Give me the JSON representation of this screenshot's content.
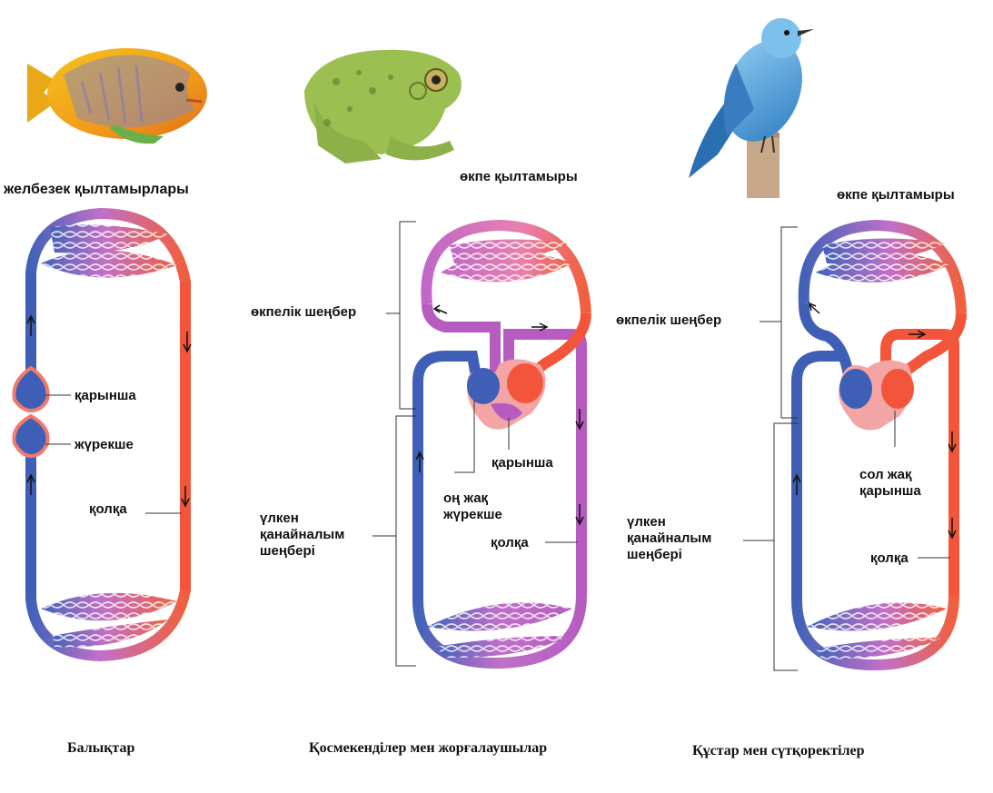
{
  "panels": {
    "fish": {
      "title": "Балықтар",
      "gill_capillaries": "желбезек қылтамырлары",
      "ventricle": "қарынша",
      "atrium": "жүрекше",
      "aorta": "қолқа"
    },
    "amphibians": {
      "title": "Қосмекенділер мен жорғалаушылар",
      "lung_capillaries": "өкпе қылтамыры",
      "pulmonary_circuit": "өкпелік шеңбер",
      "systemic_circuit": [
        "үлкен",
        "қанайналым",
        "шеңбері"
      ],
      "ventricle": "қарынша",
      "right_atrium": [
        "оң жақ",
        "жүрекше"
      ],
      "aorta": "қолқа"
    },
    "birds": {
      "title": "Құстар мен сүтқоректілер",
      "lung_capillaries": "өкпе қылтамыры",
      "pulmonary_circuit": "өкпелік шеңбер",
      "systemic_circuit": [
        "үлкен",
        "қанайналым",
        "шеңбері"
      ],
      "left_ventricle": [
        "сол жақ",
        "қарынша"
      ],
      "aorta": "қолқа"
    }
  },
  "colors": {
    "oxygenated": "#f2553a",
    "deoxygenated": "#3f5fb6",
    "mixed": "#b65cc0"
  },
  "icons": [
    "fish-illustration",
    "frog-illustration",
    "bird-illustration"
  ]
}
